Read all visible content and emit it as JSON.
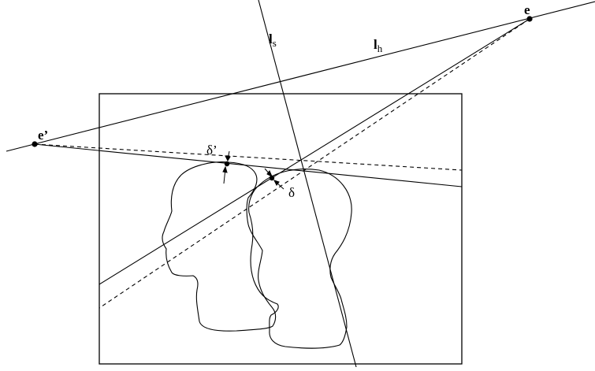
{
  "labels": {
    "e": "e",
    "e_prime": "e’",
    "l_s": "l",
    "l_s_sub": "s",
    "l_h": "l",
    "l_h_sub": "h",
    "delta": "δ",
    "delta_prime": "δ’"
  },
  "colors": {
    "stroke": "#000000",
    "background": "#ffffff"
  }
}
